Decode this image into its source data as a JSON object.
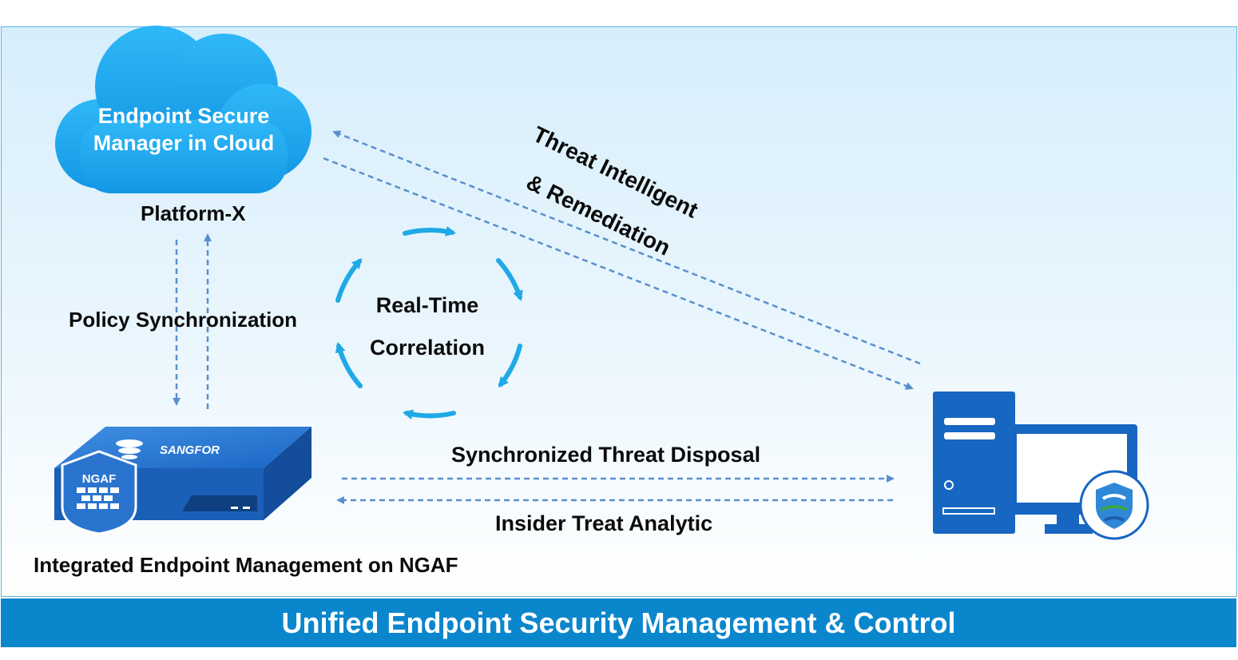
{
  "cloud": {
    "line1": "Endpoint Secure",
    "line2": "Manager in Cloud",
    "platform": "Platform-X"
  },
  "policy_sync": "Policy Synchronization",
  "correlation": {
    "line1": "Real-Time",
    "line2": "Correlation"
  },
  "threat_intel": {
    "line1": "Threat Intelligent",
    "line2": "& Remediation"
  },
  "ngaf": {
    "brand": "SANGFOR",
    "badge": "NGAF",
    "caption": "Integrated Endpoint Management on NGAF"
  },
  "sync_disposal": "Synchronized Threat Disposal",
  "insider": "Insider Treat Analytic",
  "footer": "Unified Endpoint Security Management & Control",
  "colors": {
    "cloud": "#22aaf2",
    "arrow": "#5a8fcc",
    "cycle": "#1fa9e6",
    "device": "#1766c2",
    "footer": "#0a86cd"
  },
  "icons": [
    "cloud-icon",
    "ngaf-appliance-icon",
    "ngaf-shield-icon",
    "desktop-computer-icon",
    "endpoint-shield-icon",
    "cycle-arrows-icon"
  ]
}
